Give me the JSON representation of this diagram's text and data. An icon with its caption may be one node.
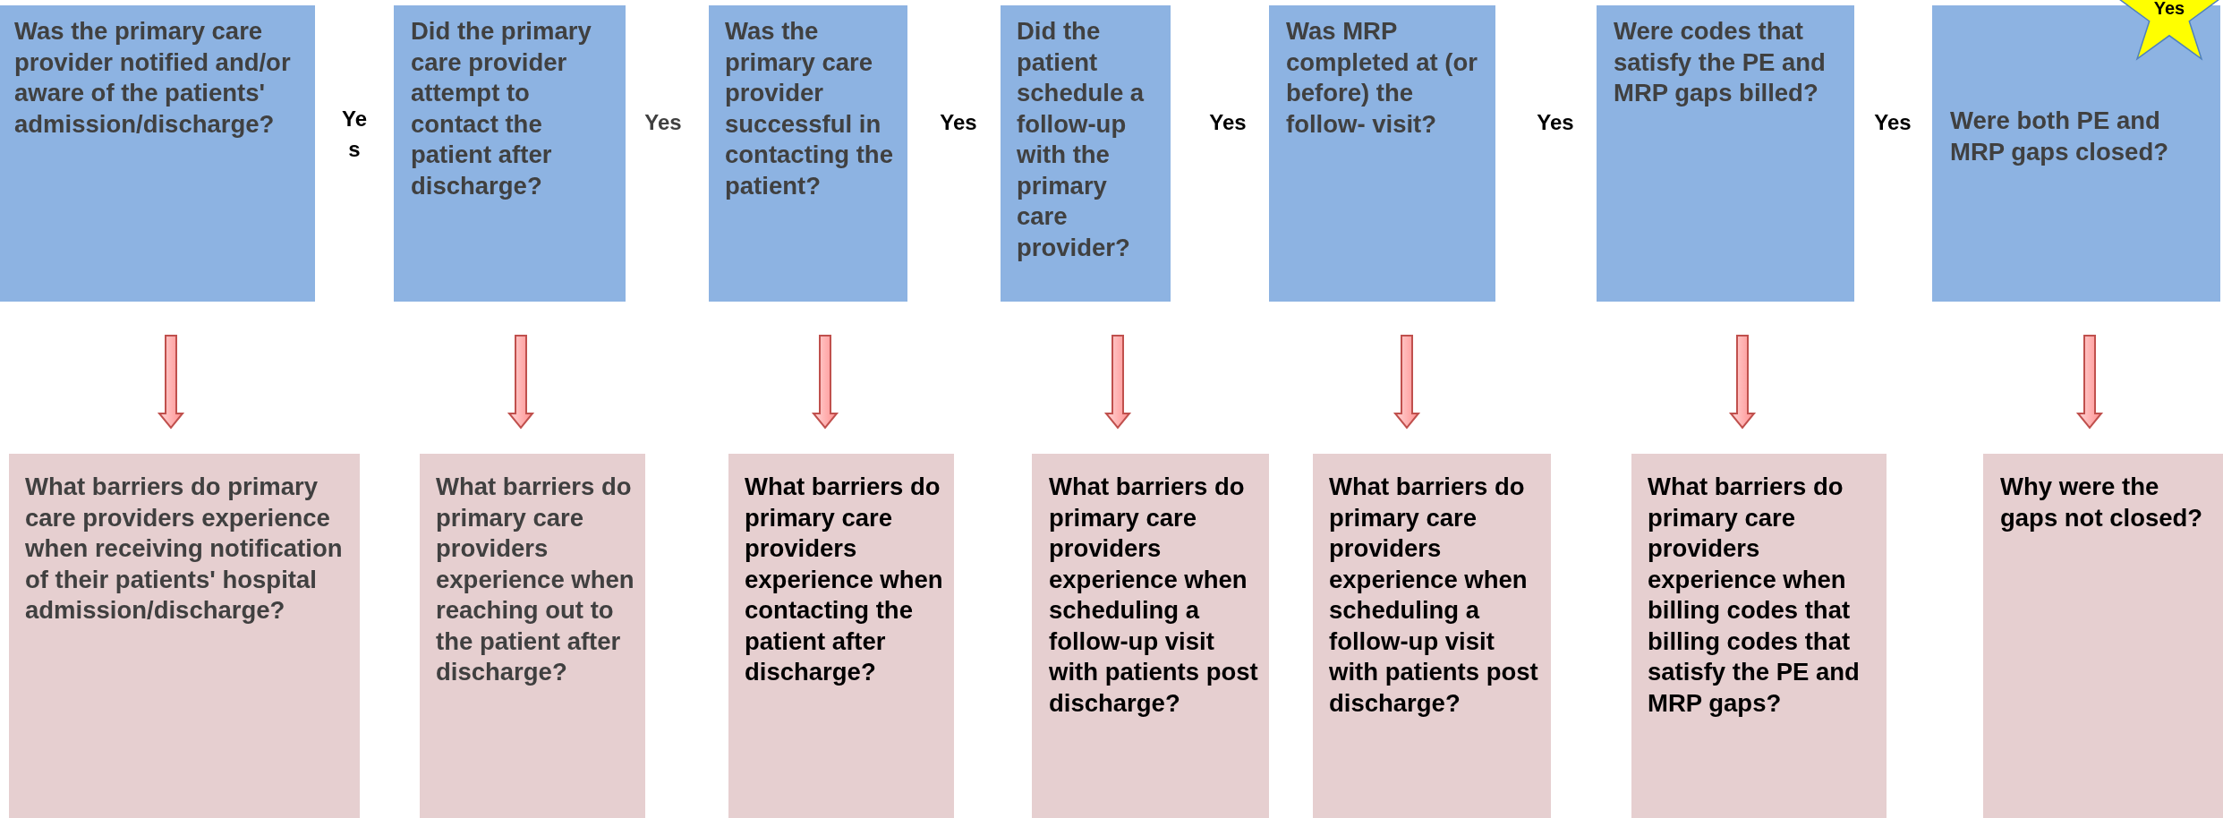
{
  "diagram": {
    "nodes": [
      {
        "text": [
          "Was the primary care provider notified and/or aware of the patients' admission/discharge?"
        ]
      },
      {
        "text": [
          "Did the primary care provider attempt to contact the patient after discharge?"
        ]
      },
      {
        "text": [
          "Was the primary care provider successful in contacting the patient?"
        ]
      },
      {
        "text": [
          "Did the patient schedule a follow-up with the primary care provider?"
        ]
      },
      {
        "text": [
          "Was MRP completed at (or before) the follow- visit?"
        ]
      },
      {
        "text": [
          "Were codes that satisfy the PE and MRP gaps billed?"
        ]
      },
      {
        "text": [
          "Were both PE and MRP gaps closed?"
        ]
      },
      {
        "text": [
          "Yes"
        ]
      },
      {
        "text": [
          "What barriers do primary care providers experience when receiving notification of their patients' hospital admission/discharge?"
        ]
      },
      {
        "text": [
          "What barriers do primary care providers experience when reaching out to the patient after discharge?"
        ]
      },
      {
        "text": [
          "What barriers do primary care providers experience when contacting the patient after discharge?"
        ]
      },
      {
        "text": [
          "What barriers do primary care providers experience when scheduling a follow-up visit with patients post discharge?"
        ]
      },
      {
        "text": [
          "What barriers do primary care providers experience when scheduling a follow-up visit with patients post discharge?"
        ]
      },
      {
        "text": [
          "What barriers do primary care providers experience when billing codes that billing codes that satisfy the PE and MRP gaps?"
        ]
      },
      {
        "text": [
          "Why were the gaps not closed?"
        ]
      }
    ],
    "edges": [
      {
        "from": 0,
        "to": 8,
        "arrow": "to"
      },
      {
        "from": 1,
        "to": 9,
        "arrow": "to"
      },
      {
        "from": 2,
        "to": 10,
        "arrow": "to"
      },
      {
        "from": 3,
        "to": 11,
        "arrow": "to"
      },
      {
        "from": 4,
        "to": 12,
        "arrow": "to"
      },
      {
        "from": 5,
        "to": 13,
        "arrow": "to"
      },
      {
        "from": 6,
        "to": 14,
        "arrow": "to"
      }
    ],
    "labels": [
      "Yes",
      "Yes",
      "Yes",
      "Yes",
      "Yes",
      "Yes"
    ]
  }
}
